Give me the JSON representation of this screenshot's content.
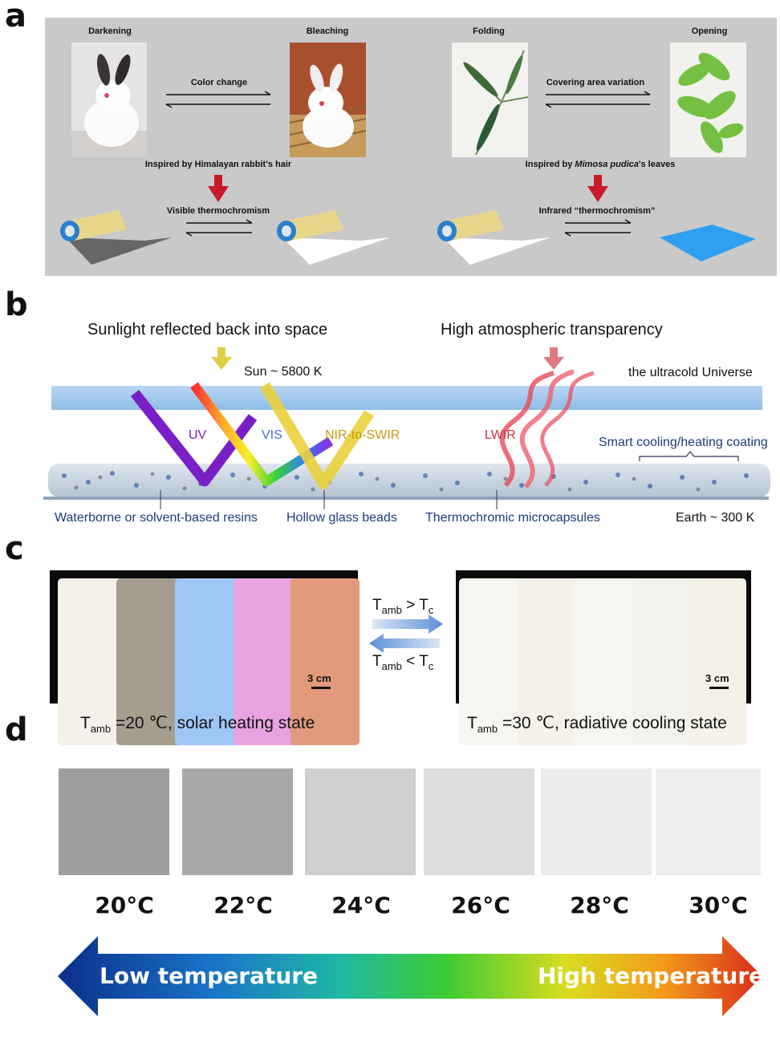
{
  "panels": {
    "a": "a",
    "b": "b",
    "c": "c",
    "d": "d"
  },
  "panel_a": {
    "darkening": "Darkening",
    "bleaching": "Bleaching",
    "folding": "Folding",
    "opening": "Opening",
    "color_change": "Color change",
    "covering": "Covering area variation",
    "inspired_rabbit": "Inspired by Himalayan rabbit's hair",
    "inspired_mimosa_pre": "Inspired by ",
    "inspired_mimosa_italic": "Mimosa pudica",
    "inspired_mimosa_post": "'s leaves",
    "visible": "Visible thermochromism",
    "infrared": "Infrared “thermochromism”"
  },
  "panel_b": {
    "sunlight": "Sunlight reflected back into space",
    "transparency": "High atmospheric transparency",
    "sun": "Sun ~ 5800 K",
    "universe": "the ultracold Universe",
    "uv": "UV",
    "vis": "VIS",
    "nir": "NIR-to-SWIR",
    "lwir": "LWIR",
    "smart": "Smart cooling/heating coating",
    "resins": "Waterborne or solvent-based resins",
    "beads": "Hollow glass beads",
    "microcapsules": "Thermochromic microcapsules",
    "earth": "Earth ~ 300 K"
  },
  "panel_c": {
    "scale": "3 cm",
    "t": "T",
    "amb": "amb",
    "c_sub": "c",
    "gt": " > ",
    "lt": " < ",
    "left_caption": " =20 ℃, solar heating state",
    "right_caption": " =30 ℃, radiative cooling state",
    "left_colors": [
      "#f3f1ea",
      "#a79d8f",
      "#9ec7f5",
      "#e8a2df",
      "#e39a7c"
    ],
    "right_colors": [
      "#f7f6f2",
      "#f4f2e8",
      "#f6f5f0",
      "#f3f2ee",
      "#f4f2e6"
    ]
  },
  "panel_d": {
    "temps": [
      "20°C",
      "22°C",
      "24°C",
      "26°C",
      "28°C",
      "30°C"
    ],
    "swatch_colors": [
      "#9f9f9f",
      "#a8a8a8",
      "#cfcfcf",
      "#dddddd",
      "#ececec",
      "#eeeeee"
    ],
    "low": "Low temperature",
    "high": "High temperature"
  }
}
